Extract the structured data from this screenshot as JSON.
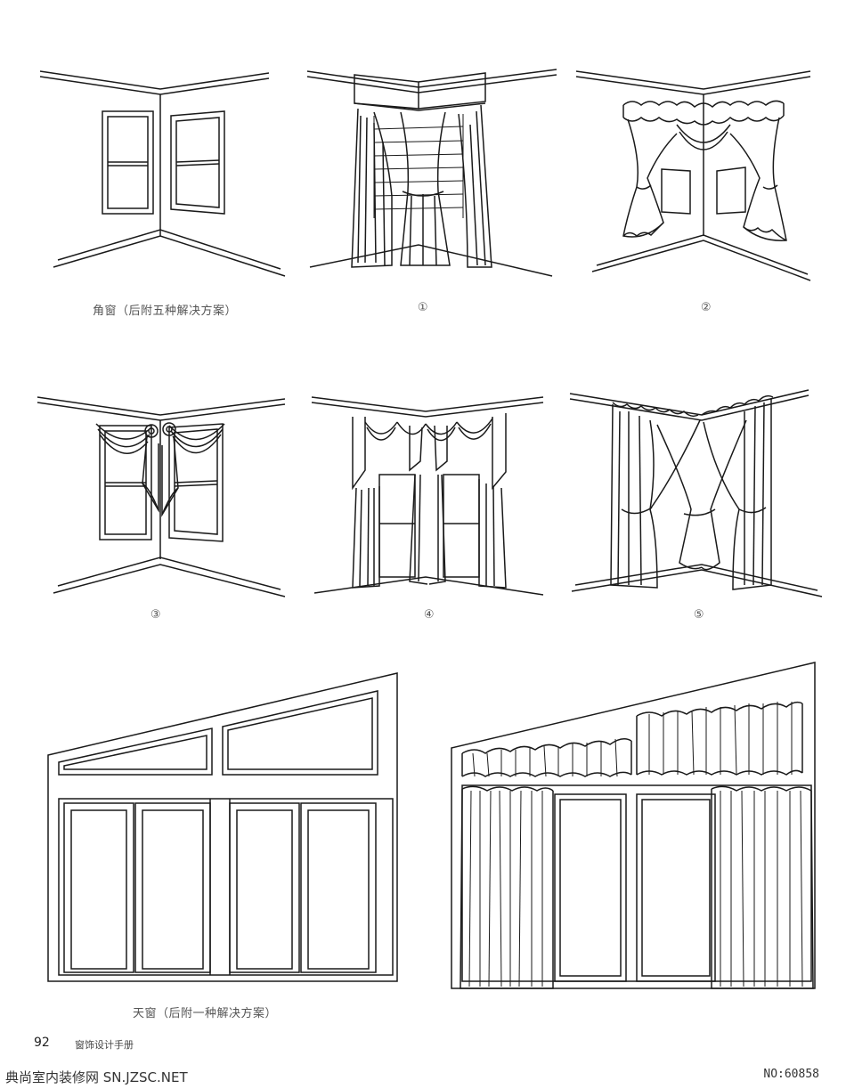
{
  "captions": {
    "corner_window": "角窗（后附五种解决方案）",
    "sol1": "①",
    "sol2": "②",
    "sol3": "③",
    "sol4": "④",
    "sol5": "⑤",
    "skylight": "天窗（后附一种解决方案）"
  },
  "footer": {
    "page_number": "92",
    "book_title": "窗饰设计手册",
    "watermark_site": "典尚室内装修网 SN.JZSC.NET",
    "image_no": "NO:60858"
  },
  "style": {
    "line_color": "#1a1a1a",
    "paper_color": "#ffffff"
  }
}
